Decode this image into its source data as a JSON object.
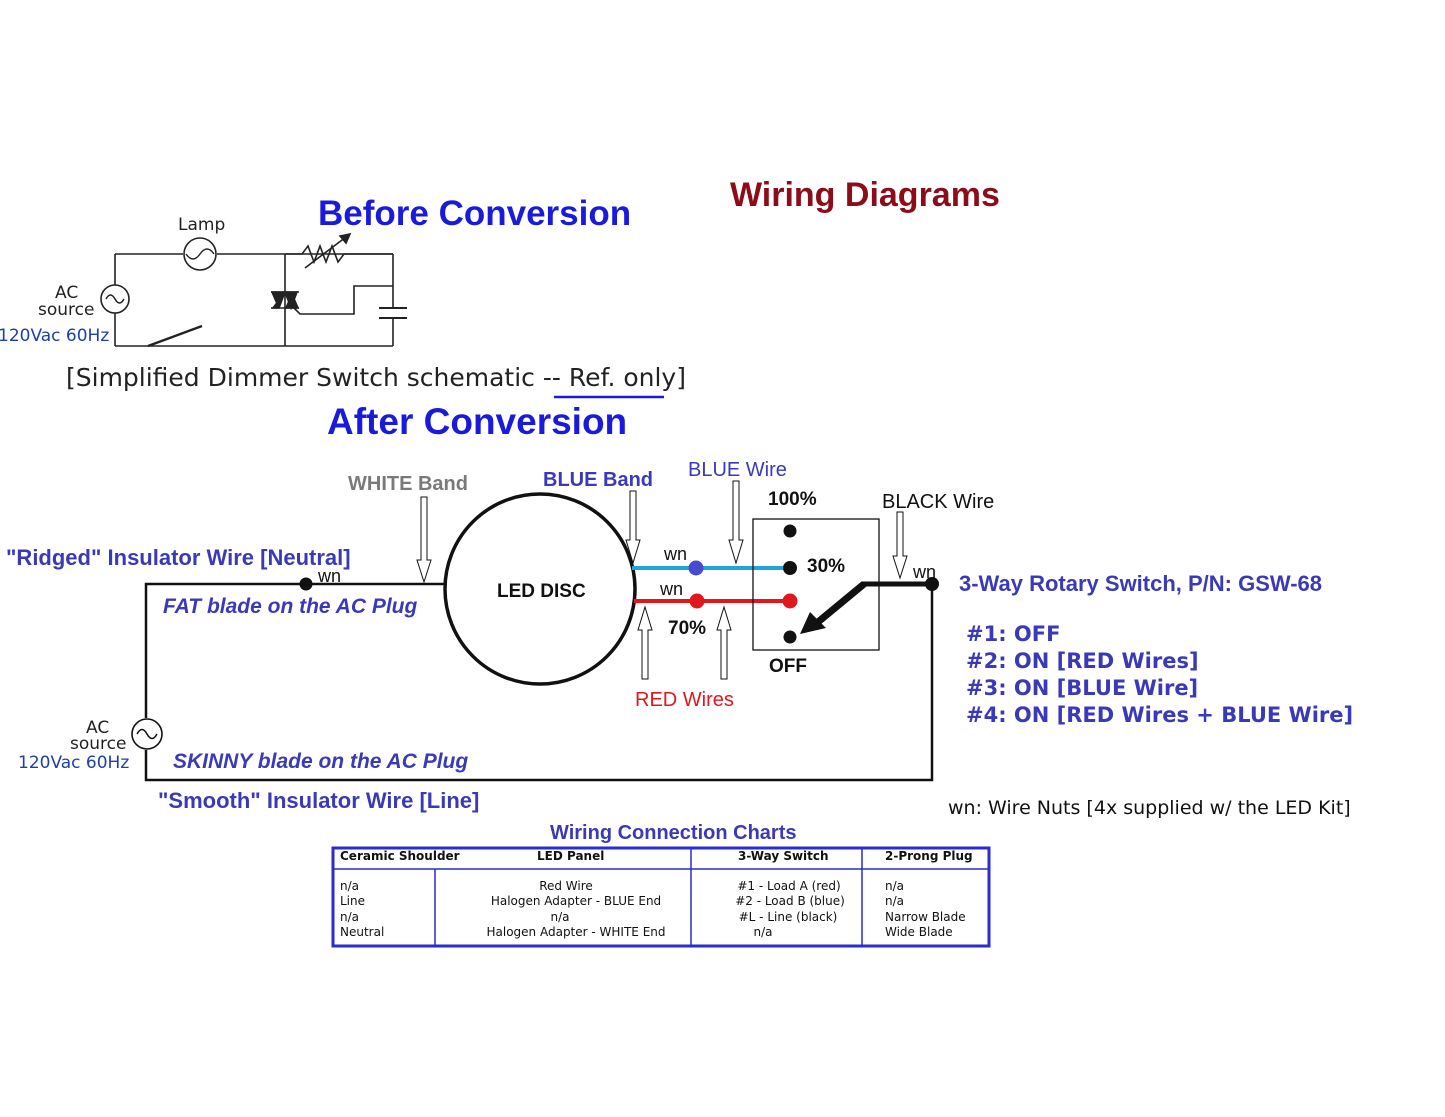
{
  "title": "Wiring Diagrams",
  "before": {
    "heading": "Before Conversion",
    "lamp_label": "Lamp",
    "ac_label_1": "AC",
    "ac_label_2": "source",
    "ac_rating": "120Vac 60Hz",
    "caption_prefix": "[Simplified Dimmer Switch schematic -- ",
    "caption_ref": "Ref. only",
    "caption_suffix": "]"
  },
  "after": {
    "heading": "After Conversion",
    "white_band": "WHITE Band",
    "blue_band": "BLUE Band",
    "blue_wire": "BLUE Wire",
    "black_wire": "BLACK Wire",
    "red_wires": "RED Wires",
    "led_disc": "LED DISC",
    "ridged_wire": "\"Ridged\" Insulator Wire [Neutral]",
    "fat_blade": "FAT blade on the AC Plug",
    "skinny_blade": "SKINNY blade on the AC Plug",
    "smooth_wire": "\"Smooth\" Insulator Wire [Line]",
    "ac_label_1": "AC",
    "ac_label_2": "source",
    "ac_rating": "120Vac 60Hz",
    "wn": "wn",
    "pos_100": "100%",
    "pos_30": "30%",
    "pos_70": "70%",
    "pos_off": "OFF",
    "switch_title": "3-Way Rotary Switch, P/N: GSW-68",
    "positions": [
      "#1: OFF",
      "#2: ON [RED Wires]",
      "#3: ON [BLUE Wire]",
      "#4: ON [RED Wires + BLUE Wire]"
    ],
    "wn_note": "wn: Wire Nuts [4x supplied w/ the LED Kit]"
  },
  "chart": {
    "title": "Wiring Connection Charts",
    "headers": [
      "Ceramic Shoulder",
      "LED Panel",
      "3-Way Switch",
      "2-Prong Plug"
    ],
    "rows": [
      [
        "n/a",
        "Red Wire",
        "#1 - Load A (red)",
        "n/a"
      ],
      [
        "Line",
        "Halogen Adapter - BLUE End",
        "#2 - Load B (blue)",
        "n/a"
      ],
      [
        "n/a",
        "n/a",
        "#L - Line (black)",
        "Narrow Blade"
      ],
      [
        "Neutral",
        "Halogen Adapter - WHITE End",
        "n/a",
        "Wide Blade"
      ]
    ]
  },
  "colors": {
    "title": "#8b0d1a",
    "heading": "#1a1adb",
    "label_blue": "#3a3ab8",
    "blue_wire": "#1fa5dc",
    "red_wire": "#e0181e",
    "table_border": "#2b2bd0"
  }
}
